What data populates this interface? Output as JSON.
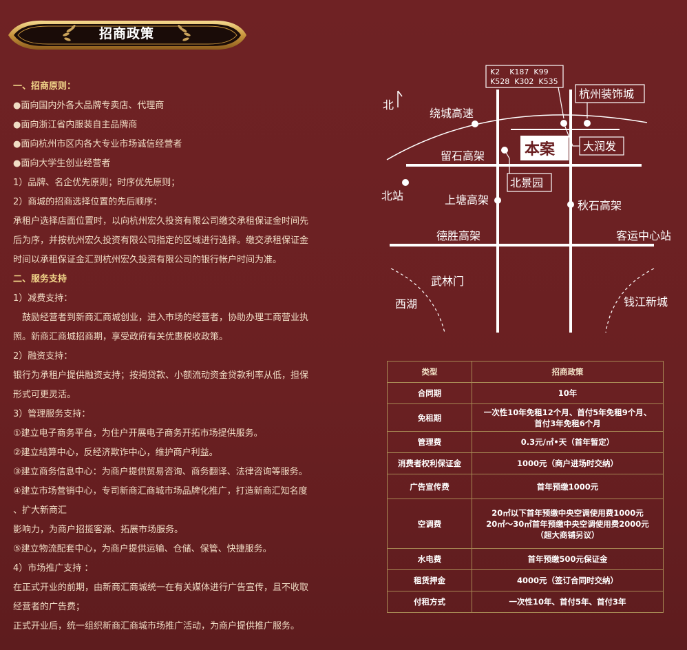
{
  "banner": {
    "title": "招商政策"
  },
  "text_lines": [
    {
      "text": "一、招商原则：",
      "heading": true
    },
    {
      "text": "●面向国内外各大品牌专卖店、代理商"
    },
    {
      "text": "●面向浙江省内服装自主品牌商"
    },
    {
      "text": "●面向杭州市区内各大专业市场诚信经营者"
    },
    {
      "text": "●面向大学生创业经营者"
    },
    {
      "text": "1）品牌、名企优先原则；时序优先原则；"
    },
    {
      "text": "2）商城的招商选择位置的先后顺序："
    },
    {
      "text": "承租户选择店面位置时，以向杭州宏久投资有限公司缴交承租保证金时间先"
    },
    {
      "text": "后为序，并按杭州宏久投资有限公司指定的区域进行选择。缴交承租保证金"
    },
    {
      "text": "时间以承租保证金汇到杭州宏久投资有限公司的银行帐户时间为准。"
    },
    {
      "text": "二、服务支持",
      "heading": true
    },
    {
      "text": "1）减费支持："
    },
    {
      "text": "　鼓励经营者到新商汇商城创业，进入市场的经营者，协助办理工商营业执"
    },
    {
      "text": "照。新商汇商城招商期，享受政府有关优惠税收政策。"
    },
    {
      "text": "2）融资支持："
    },
    {
      "text": "银行为承租户提供融资支持；按揭贷款、小额流动资金贷款利率从低，担保"
    },
    {
      "text": "形式可更灵活。"
    },
    {
      "text": "3）管理服务支持："
    },
    {
      "text": "①建立电子商务平台，为住户开展电子商务开拓市场提供服务。"
    },
    {
      "text": "②建立结算中心，反经济欺诈中心，维护商户利益。"
    },
    {
      "text": "③建立商务信息中心：为商户提供贸易咨询、商务翻译、法律咨询等服务。"
    },
    {
      "text": "④建立市场营销中心，专司新商汇商城市场品牌化推广，打造新商汇知名度"
    },
    {
      "text": "、扩大新商汇"
    },
    {
      "text": "影响力，为商户招揽客源、拓展市场服务。"
    },
    {
      "text": "⑤建立物流配套中心，为商户提供运输、仓储、保管、快捷服务。"
    },
    {
      "text": "4）市场推广支持 ："
    },
    {
      "text": "在正式开业的前期，由新商汇商城统一在有关媒体进行广告宣传，且不收取"
    },
    {
      "text": "经营者的广告费；"
    },
    {
      "text": "正式开业后，统一组织新商汇商城市场推广活动，为商户提供推广服务。"
    }
  ],
  "map": {
    "north": "北",
    "bus_row1": "K2    K187  K99",
    "bus_row2": "K528  K302  K535",
    "hangzhou_decor_city": "杭州装饰城",
    "raocheng": "绕城高速",
    "liushi": "留石高架",
    "benan": "本案",
    "darunfa": "大润发",
    "beijingyuan": "北景园",
    "beizhan": "北站",
    "shangtang": "上塘高架",
    "qiushi": "秋石高架",
    "desheng": "德胜高架",
    "keyun": "客运中心站",
    "wulinmen": "武林门",
    "xihu": "西湖",
    "qianjiang": "钱江新城"
  },
  "table": {
    "header": [
      "类型",
      "招商政策"
    ],
    "rows": [
      {
        "key": "合同期",
        "lines": [
          "10年"
        ]
      },
      {
        "key": "免租期",
        "lines": [
          "一次性10年免租12个月、首付5年免租9个月、",
          "首付3年免租6个月"
        ]
      },
      {
        "key": "管理费",
        "lines": [
          "0.3元/㎡•天（首年暂定）"
        ]
      },
      {
        "key": "消费者权利保证金",
        "lines": [
          "1000元（商户进场时交纳）"
        ]
      },
      {
        "key": "广告宣传费",
        "lines": [
          "首年预缴1000元"
        ]
      },
      {
        "key": "空调费",
        "lines": [
          "20㎡以下首年预缴中央空调使用费1000元",
          "20㎡～30㎡首年预缴中央空调使用费2000元",
          "（超大商铺另议）"
        ]
      },
      {
        "key": "水电费",
        "lines": [
          "首年预缴500元保证金"
        ]
      },
      {
        "key": "租赁押金",
        "lines": [
          "4000元（签订合同时交纳）"
        ]
      },
      {
        "key": "付租方式",
        "lines": [
          "一次性10年、首付5年、首付3年"
        ]
      }
    ]
  }
}
